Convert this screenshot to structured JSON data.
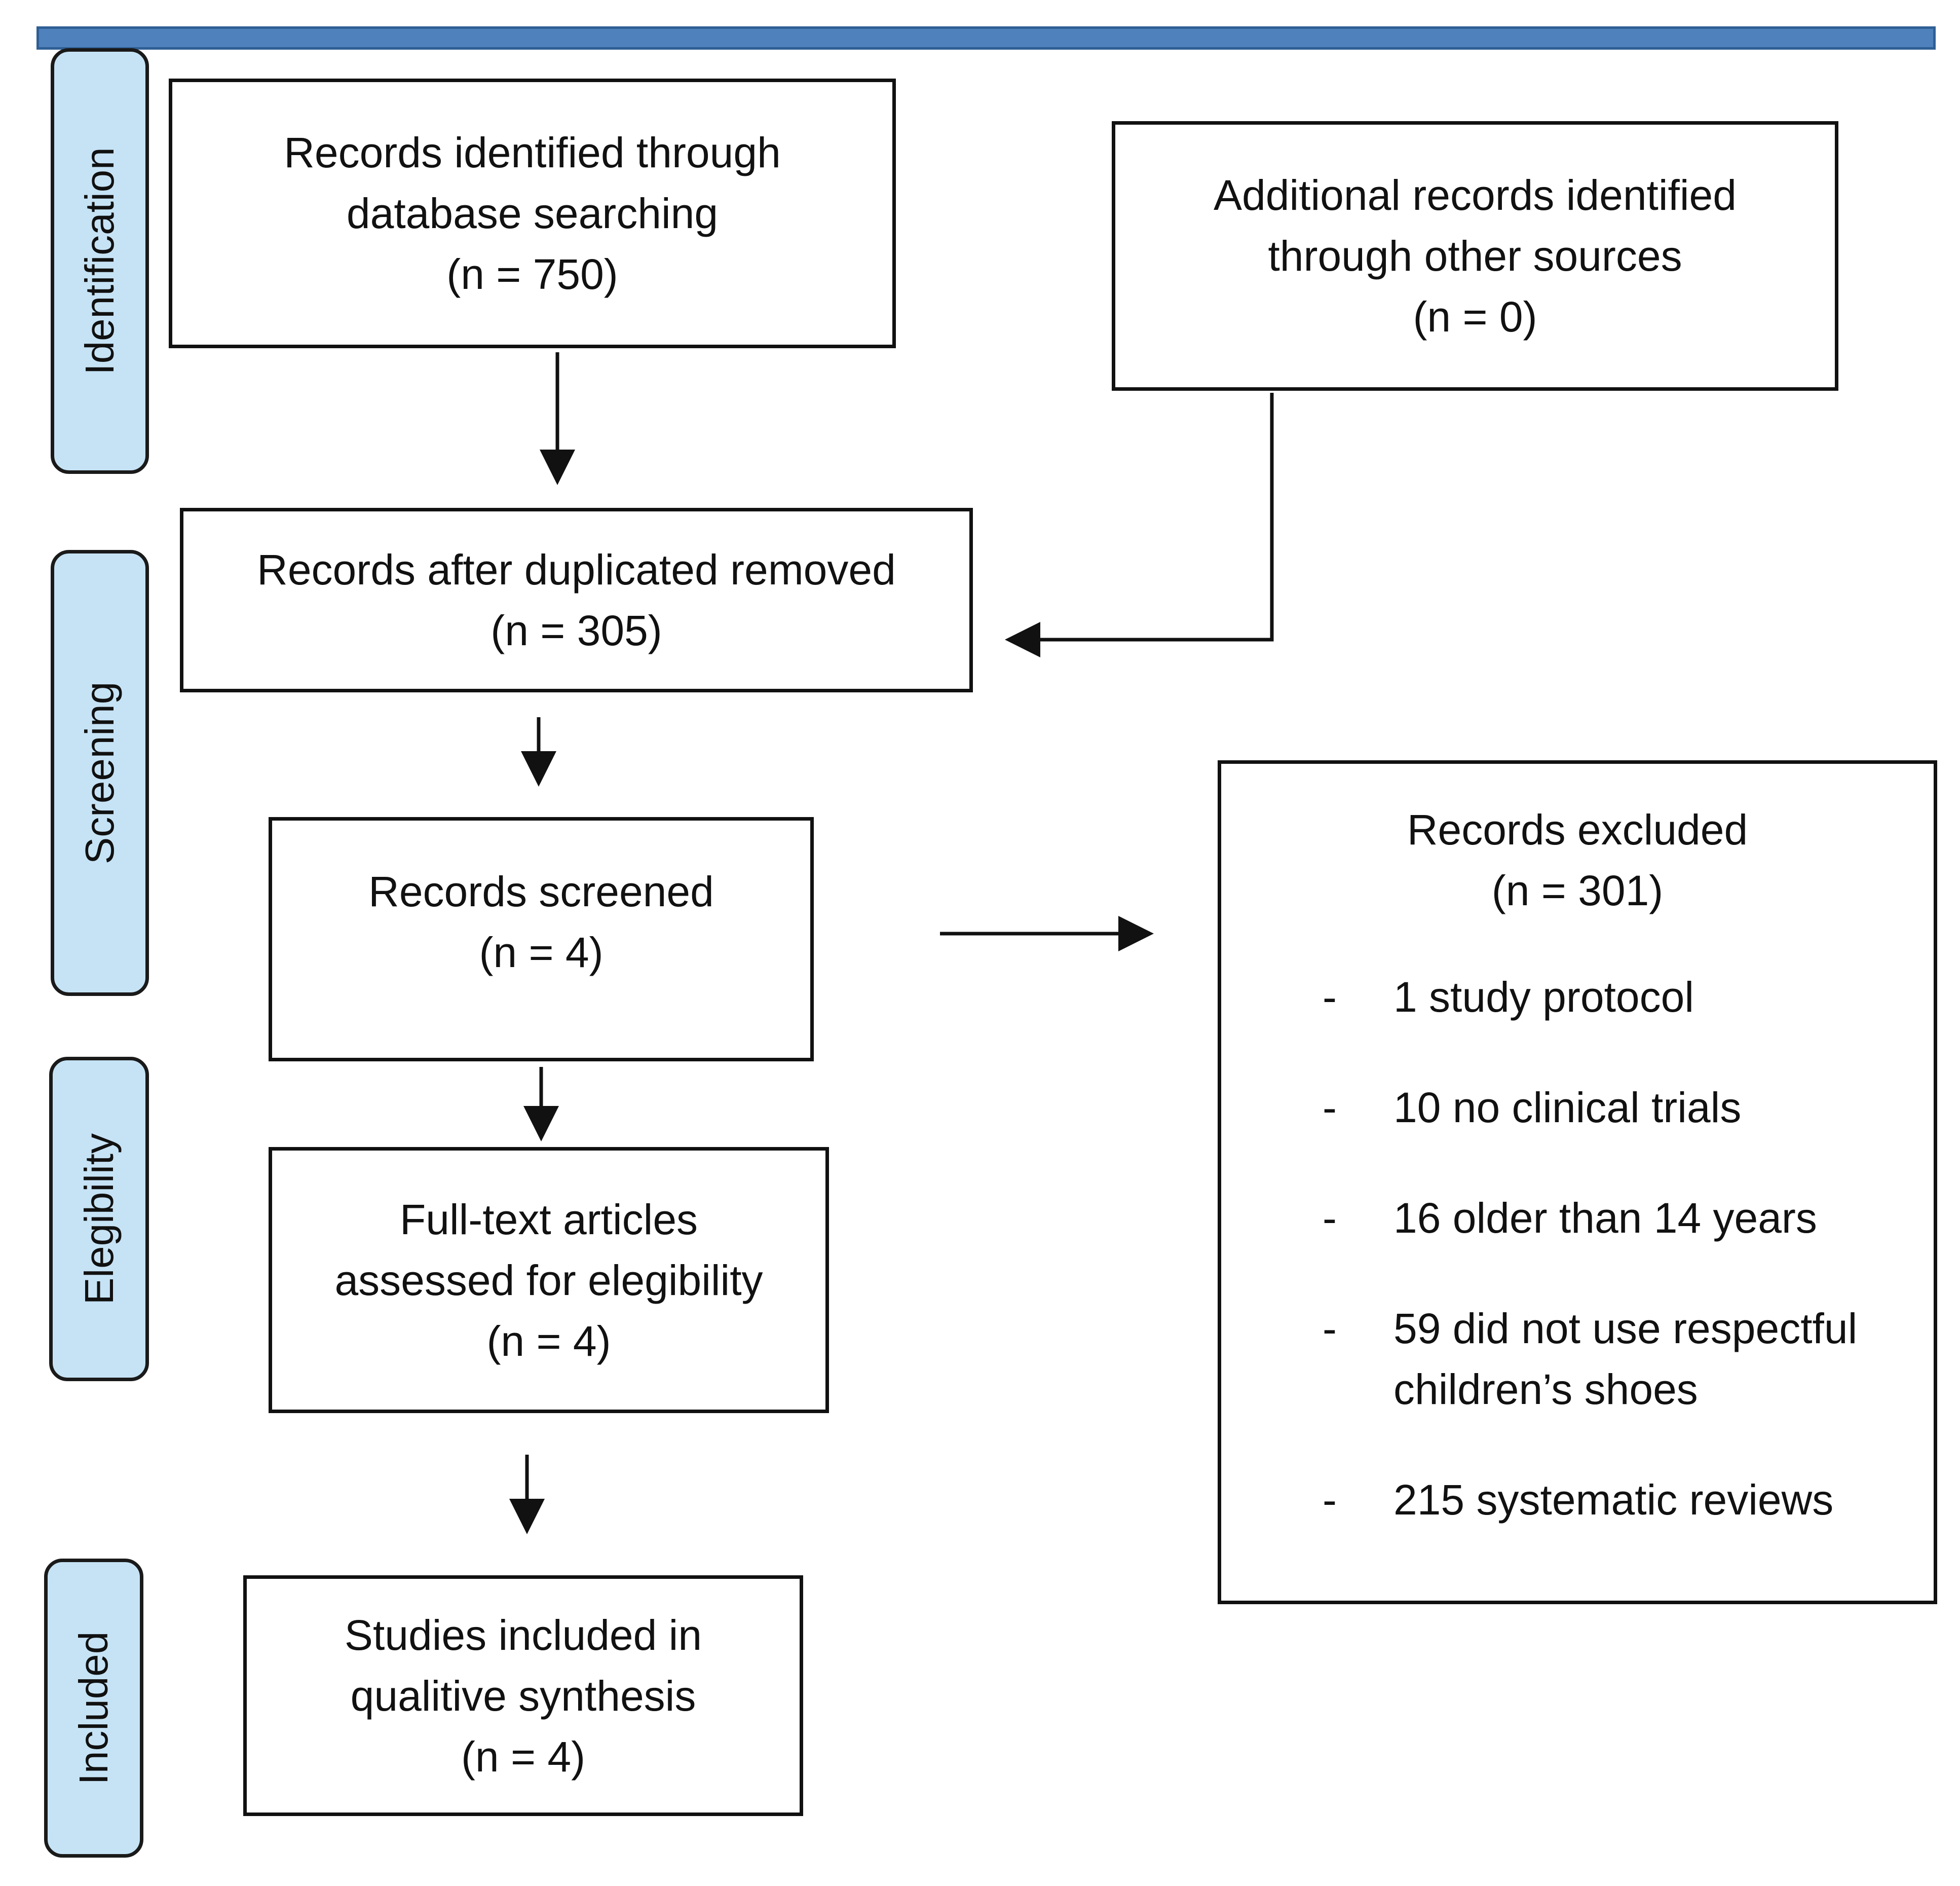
{
  "phases": {
    "identification": "Identification",
    "screening": "Screening",
    "elegibility": "Elegibility",
    "included": "Included"
  },
  "boxes": {
    "database": {
      "line1": "Records identified through",
      "line2": "database searching",
      "line3": "(n = 750)"
    },
    "other_sources": {
      "line1": "Additional records identified",
      "line2": "through other sources",
      "line3": "(n = 0)"
    },
    "duplicates_removed": {
      "line1": "Records after duplicated removed",
      "line2": "(n = 305)"
    },
    "screened": {
      "line1": "Records screened",
      "line2": "(n = 4)"
    },
    "full_text": {
      "line1": "Full-text articles",
      "line2": "assessed for elegibility",
      "line3": "(n = 4)"
    },
    "included": {
      "line1": "Studies included in",
      "line2": "qualitive synthesis",
      "line3": "(n = 4)"
    },
    "excluded": {
      "title": "Records excluded",
      "count": "(n = 301)",
      "dash": "-",
      "items": [
        "1 study protocol",
        "10 no clinical trials",
        "16 older than 14 years",
        "59 did not use respectful children’s shoes",
        "215 systematic reviews"
      ]
    }
  },
  "colors": {
    "phase_fill": "#c6e3f5",
    "top_bar": "#4f81bd",
    "stroke": "#111111"
  }
}
